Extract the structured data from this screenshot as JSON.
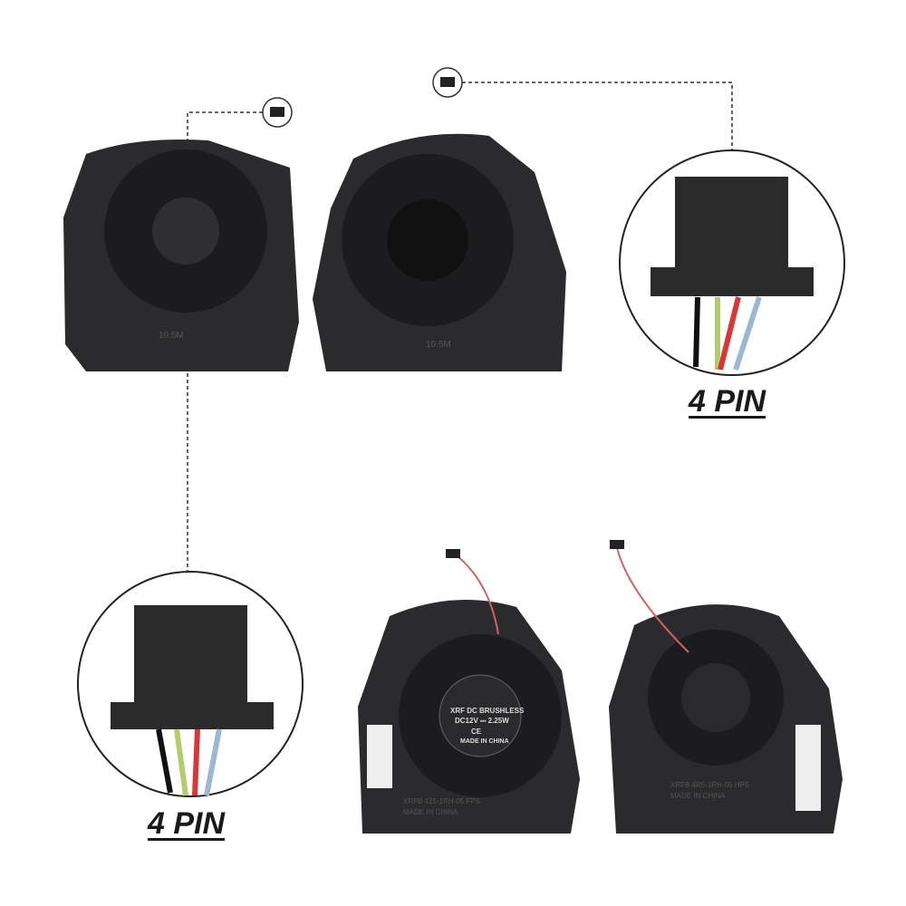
{
  "callouts": [
    {
      "label": "4 PIN"
    },
    {
      "label": "4 PIN"
    }
  ],
  "fan_markings": {
    "top_left": "10.5M",
    "top_right": "10.5M",
    "bottom_left": "XRFB 415-1RH-05  FPS",
    "bottom_left_made": "MADE IN CHINA",
    "bottom_right": "XRFB 4R5-1RH-05  HPS",
    "bottom_right_made": "MADE IN CHINA"
  },
  "hub_label": {
    "brand": "XRF DC BRUSHLESS",
    "rating": "DC12V ⎓ 2.25W",
    "mark": "CE",
    "made": "MADE IN CHINA"
  },
  "colors": {
    "fan": "#2b2b2d",
    "wire_black": "#111111",
    "wire_green": "#b5cc6a",
    "wire_red": "#d8373a",
    "wire_blue": "#9ab8d2"
  }
}
